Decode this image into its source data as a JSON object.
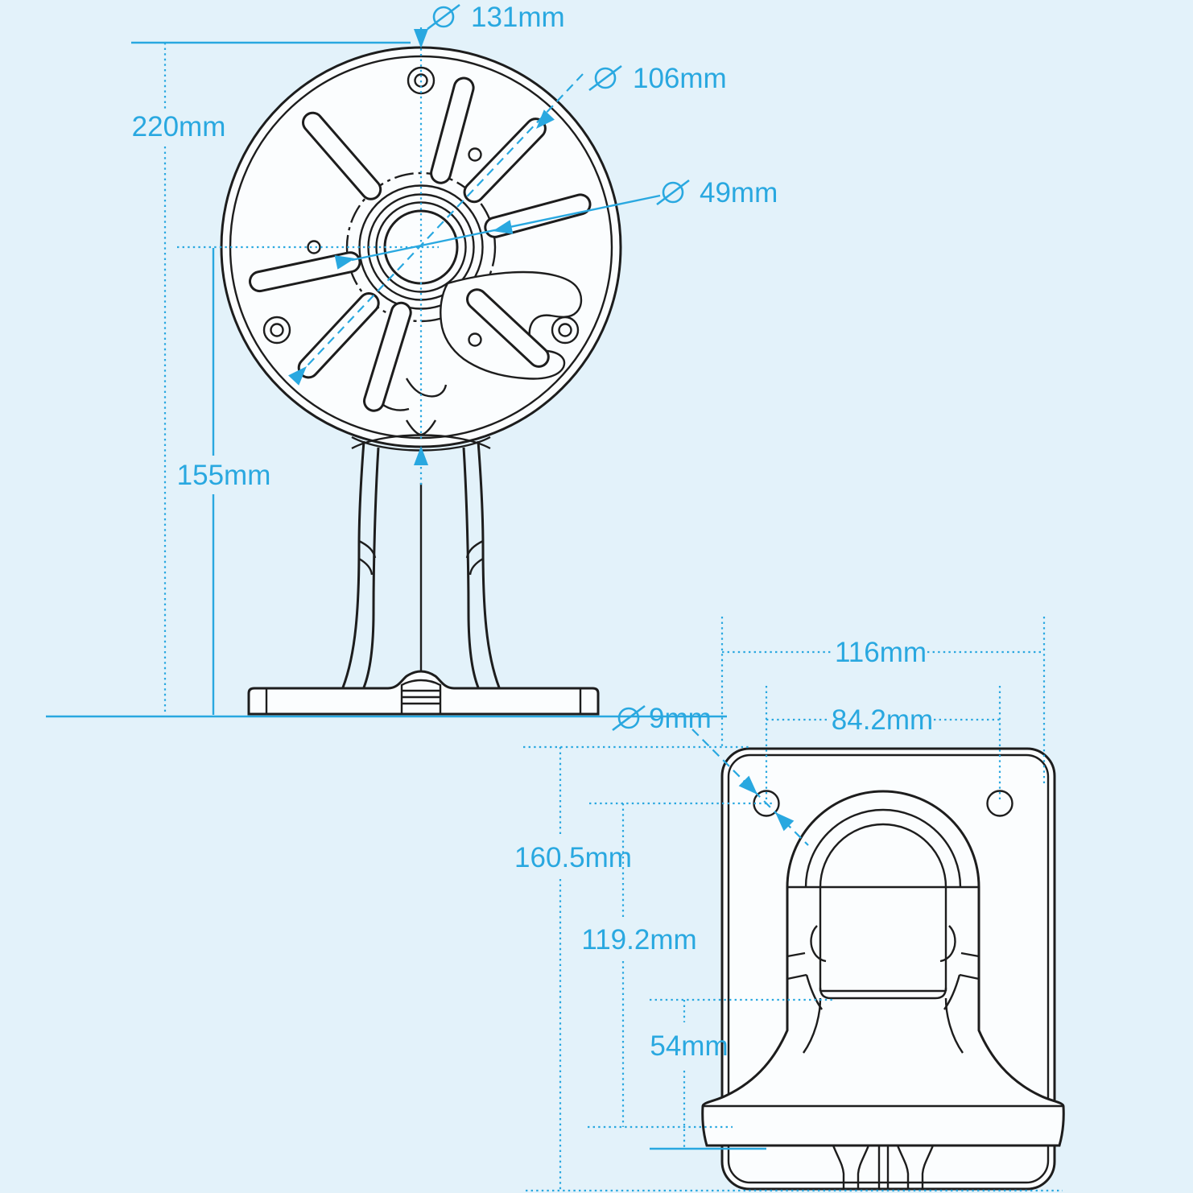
{
  "colors": {
    "background": "#e3f2fa",
    "paper": "#fbfdfe",
    "accent": "#29a8e0",
    "line": "#1d1d1d"
  },
  "units": "mm",
  "front_view": {
    "dims": {
      "plate_diameter": "131mm",
      "slot_circle_diameter": "106mm",
      "center_circle_diameter": "49mm",
      "overall_height": "220mm",
      "stand_height": "155mm"
    }
  },
  "rear_view": {
    "dims": {
      "plate_width": "116mm",
      "hole_spacing": "84.2mm",
      "hole_diameter": "9mm",
      "plate_height": "160.5mm",
      "hole_to_bell": "119.2mm",
      "bell_height": "54mm"
    }
  }
}
